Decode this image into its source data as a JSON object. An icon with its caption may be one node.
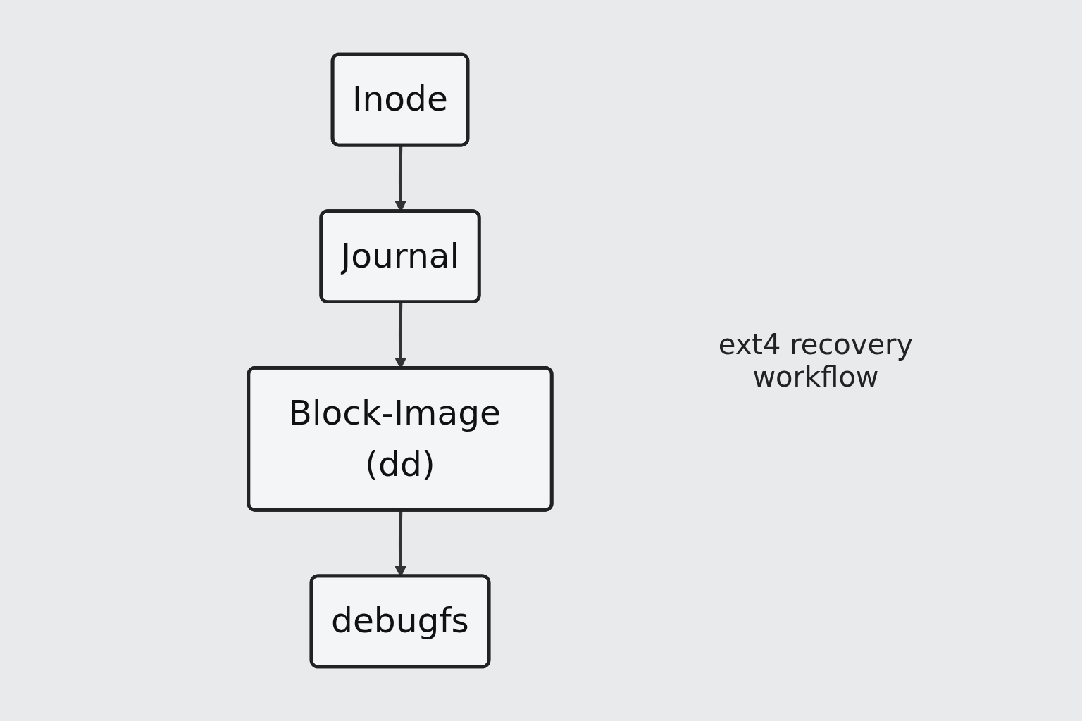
{
  "diagram": {
    "title": "ext4 recovery workflow",
    "nodes": [
      {
        "text": [
          "Inode"
        ]
      },
      {
        "text": [
          "Journal"
        ]
      },
      {
        "text": [
          "Block-Image (dd)"
        ]
      },
      {
        "text": [
          "debugfs"
        ]
      }
    ],
    "edges": [
      {
        "from": 0,
        "to": 1,
        "arrow": "to"
      },
      {
        "from": 1,
        "to": 2,
        "arrow": "to"
      },
      {
        "from": 2,
        "to": 3,
        "arrow": "to"
      }
    ]
  }
}
